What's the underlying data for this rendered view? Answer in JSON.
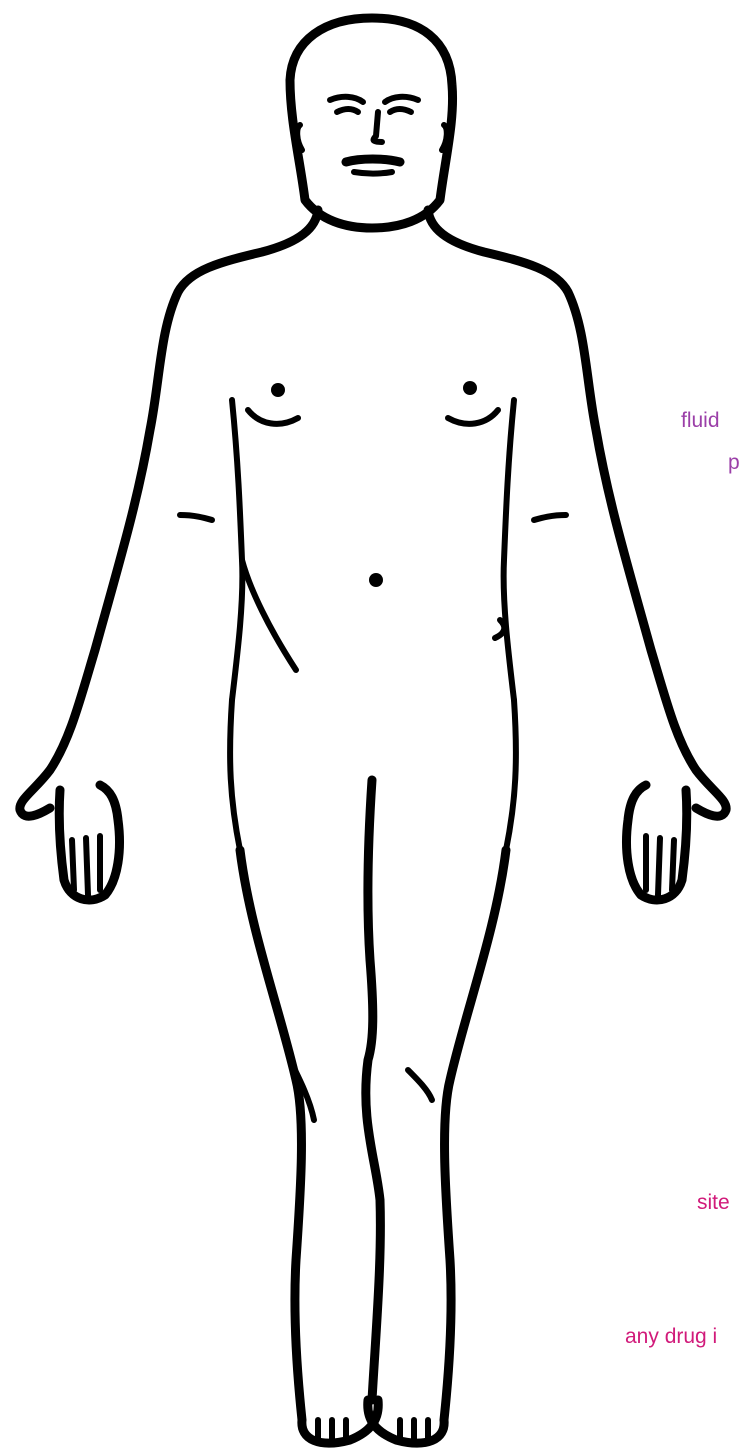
{
  "annotations": [
    {
      "text": "fluid",
      "color": "#9b3fa8"
    },
    {
      "text": "p",
      "color": "#9b3fa8"
    },
    {
      "text": "site",
      "color": "#d11a7a"
    },
    {
      "text": "any drug i",
      "color": "#d11a7a"
    }
  ]
}
